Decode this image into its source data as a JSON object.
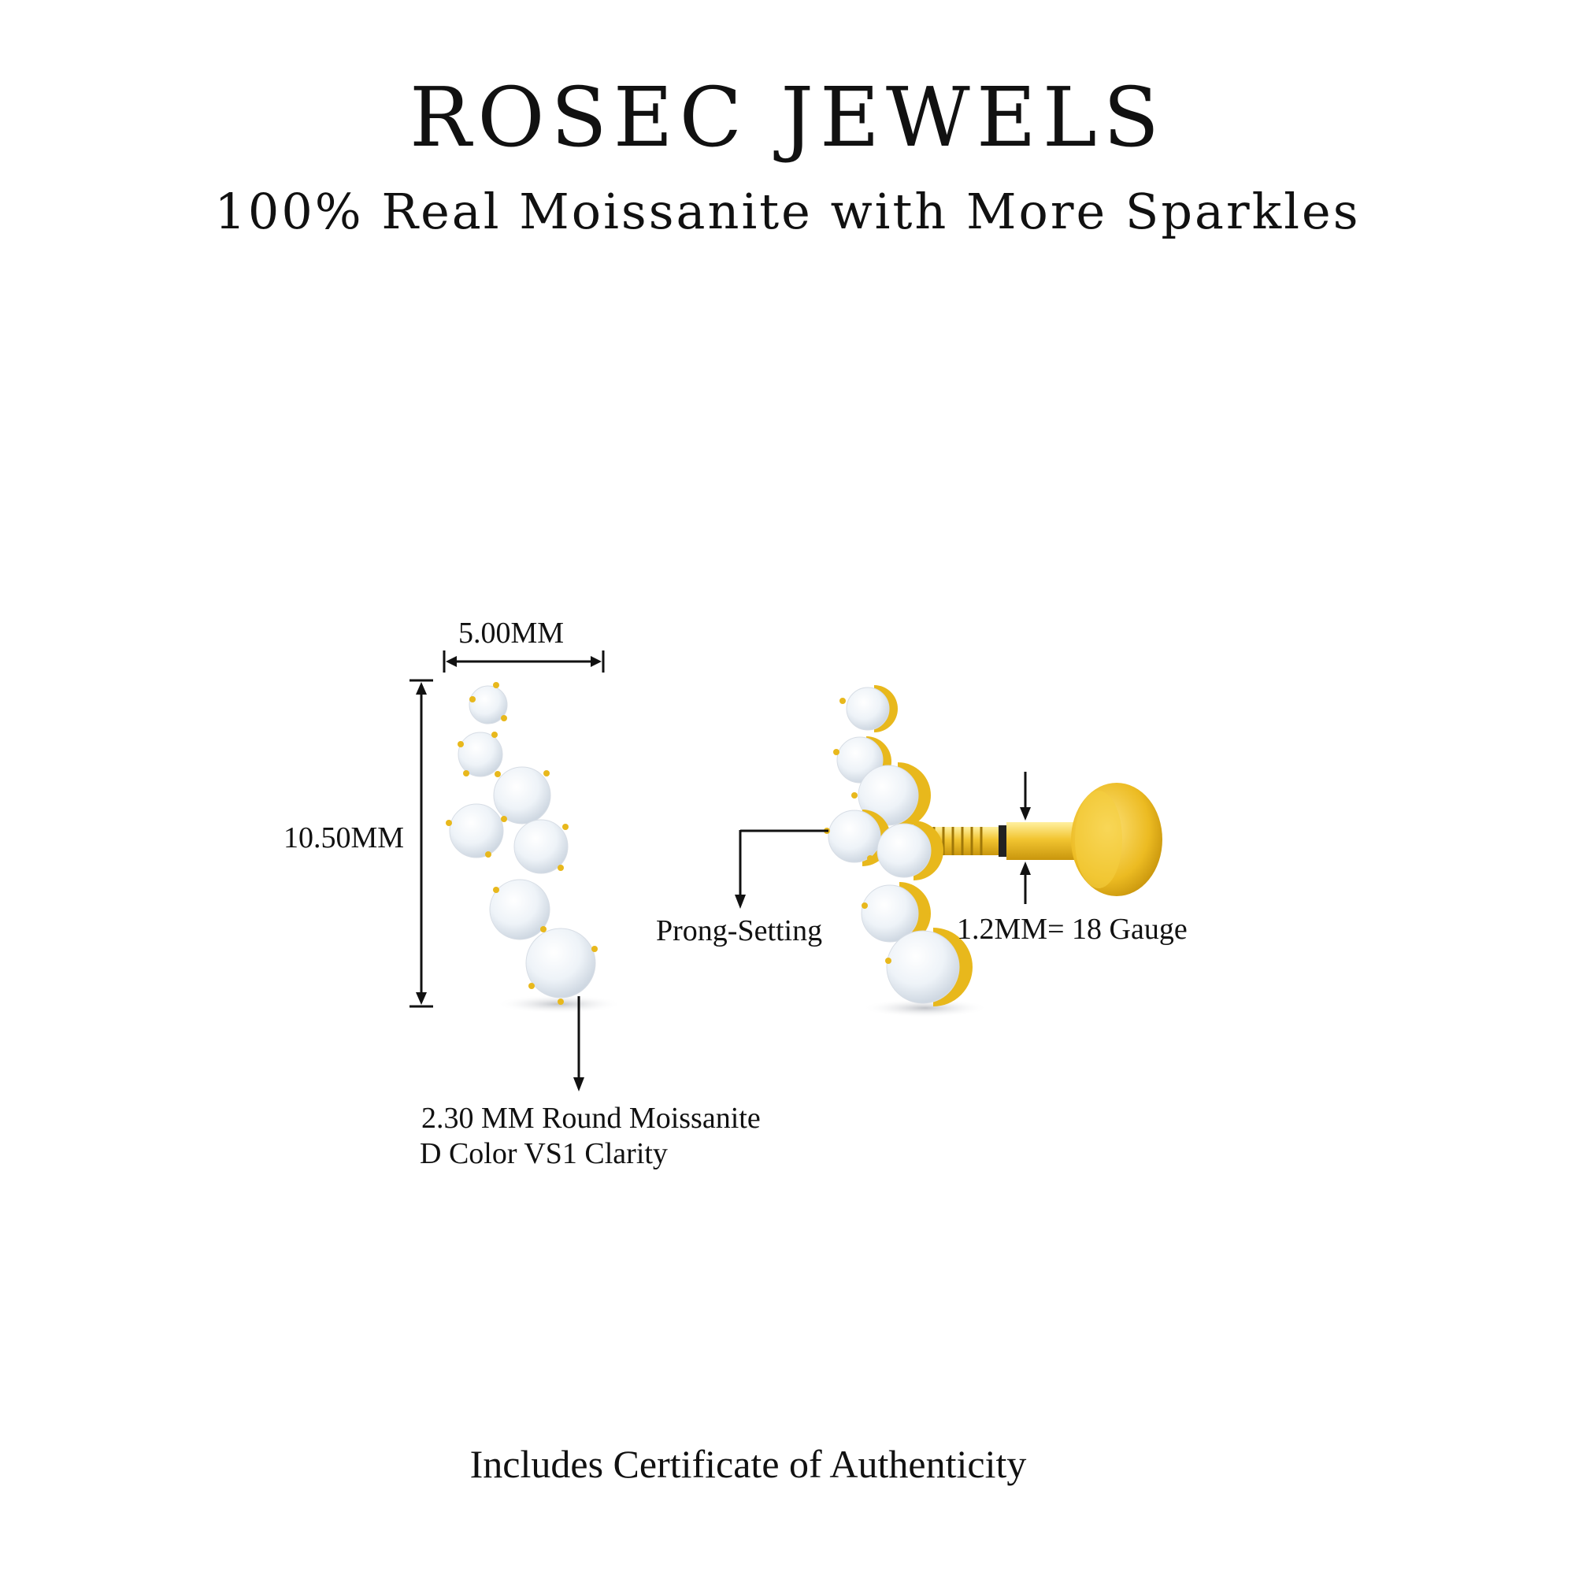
{
  "header": {
    "brand": "ROSEC JEWELS",
    "tagline": "100% Real Moissanite with More Sparkles"
  },
  "dimensions": {
    "width": "5.00MM",
    "height": "10.50MM",
    "gauge": "1.2MM= 18 Gauge"
  },
  "stone": {
    "line1": "2.30 MM Round Moissanite",
    "line2": "D Color VS1 Clarity"
  },
  "setting": {
    "label": "Prong-Setting"
  },
  "footer": {
    "certificate": "Includes Certificate of Authenticity"
  },
  "colors": {
    "gold": "#e8b81c",
    "gold_dark": "#c9960d",
    "diamond": "#eef3f8",
    "text": "#111111",
    "background": "#ffffff"
  }
}
